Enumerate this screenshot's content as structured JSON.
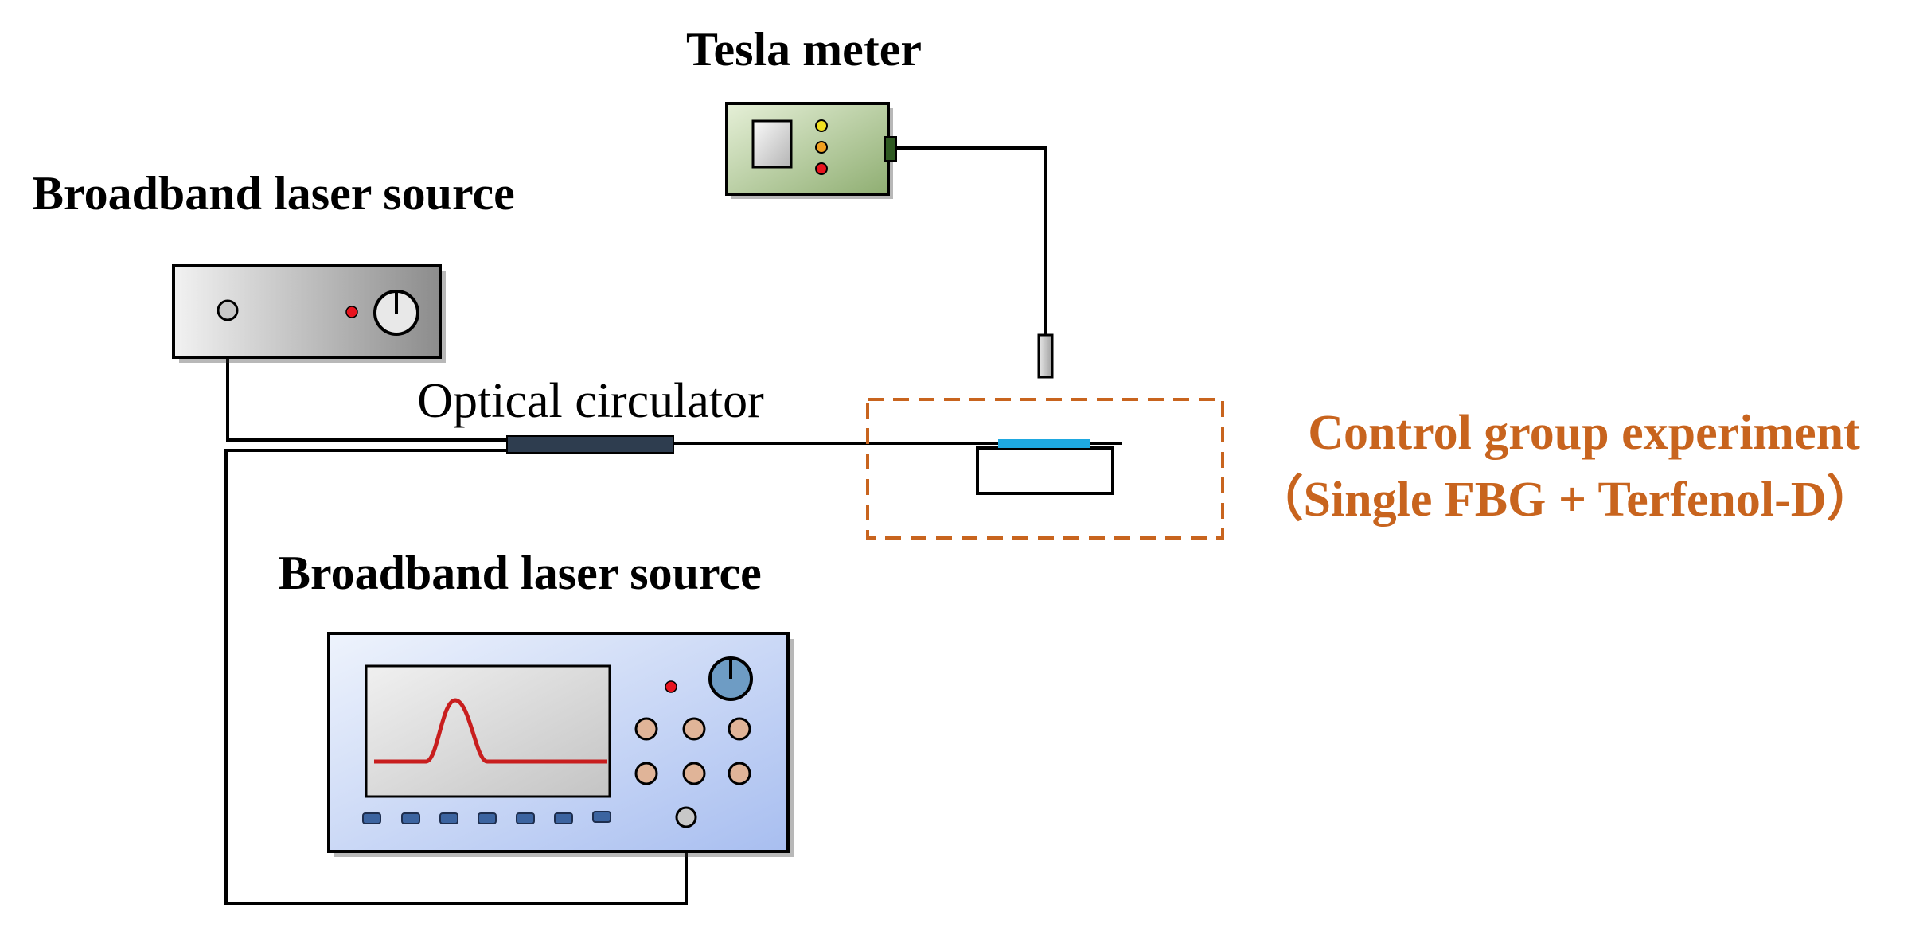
{
  "labels": {
    "tesla_meter": "Tesla meter",
    "broadband_source_top": "Broadband laser source",
    "optical_circulator": "Optical circulator",
    "broadband_source_bottom": "Broadband laser source",
    "control_group_line1": "Control group experiment",
    "control_group_line2": "（Single FBG + Terfenol-D）"
  },
  "icons": {
    "tesla_meter": "tesla-meter-icon",
    "laser_source": "laser-source-icon",
    "analyzer": "spectrum-analyzer-icon",
    "circulator": "optical-circulator-icon",
    "probe": "hall-probe-icon",
    "sample": "fbg-terfenol-sample-icon"
  },
  "colors": {
    "accent": "#C8641E",
    "fbg": "#1EA8E0",
    "indicator_red": "#E8141E",
    "indicator_yellow": "#F0E020",
    "indicator_orange": "#F0A020",
    "knob_blue": "#6E9CC4",
    "button_peach": "#E0B498",
    "spectrum_curve": "#C81E1E",
    "key_blue": "#3C64A0"
  }
}
